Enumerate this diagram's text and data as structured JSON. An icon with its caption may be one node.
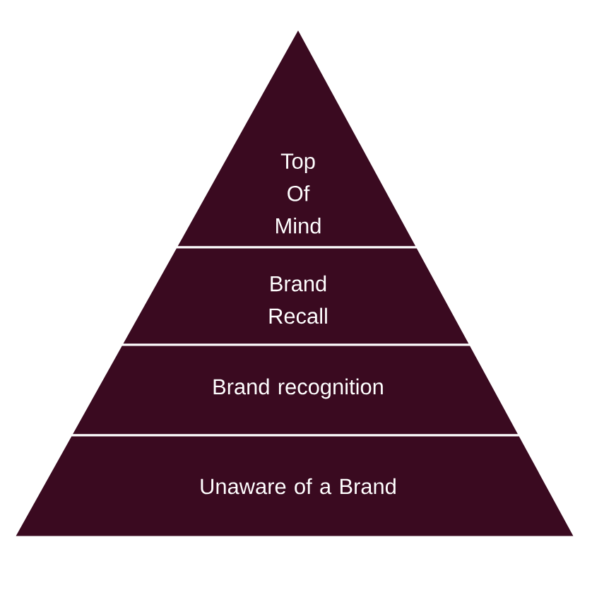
{
  "diagram": {
    "nodes": [
      {
        "text": [
          "Top Of Mind"
        ]
      },
      {
        "text": [
          "Brand Recall"
        ]
      },
      {
        "text": [
          "Brand recognition"
        ]
      },
      {
        "text": [
          "Unaware of a Brand"
        ]
      }
    ]
  }
}
